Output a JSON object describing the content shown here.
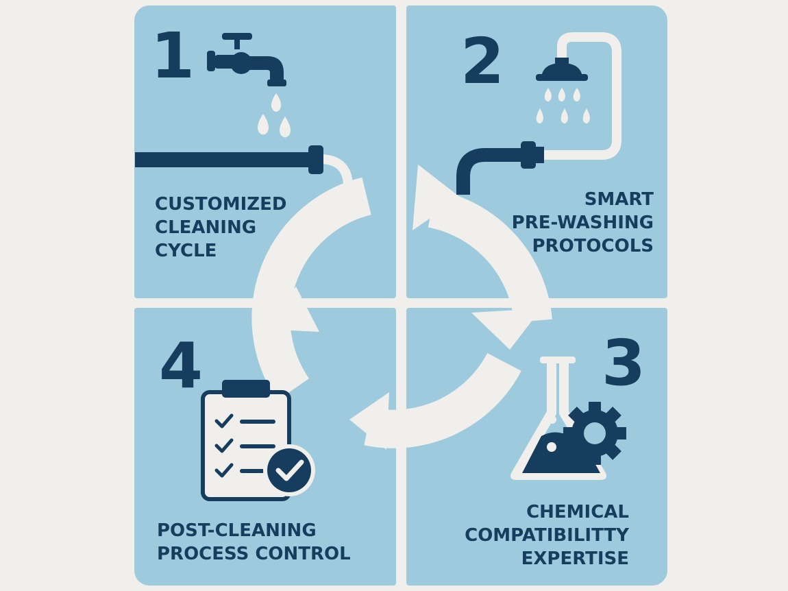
{
  "steps": [
    {
      "number": "1",
      "lines": [
        "CUSTOMIZED",
        "CLEANING",
        "CYCLE"
      ]
    },
    {
      "number": "2",
      "lines": [
        "SMART",
        "PRE-WASHING",
        "PROTOCOLS"
      ]
    },
    {
      "number": "3",
      "lines": [
        "CHEMICAL",
        "COMPATIBILITTY",
        "EXPERTISE"
      ]
    },
    {
      "number": "4",
      "lines": [
        "POST-CLEANING",
        "PROCESS CONTROL"
      ]
    }
  ],
  "icons": [
    "faucet-icon",
    "shower-head-icon",
    "flask-gear-icon",
    "clipboard-check-icon",
    "cycle-arrows-icon"
  ],
  "colors": {
    "panel": "#9ecadd",
    "dark": "#163d5e",
    "light": "#f1efeb"
  }
}
